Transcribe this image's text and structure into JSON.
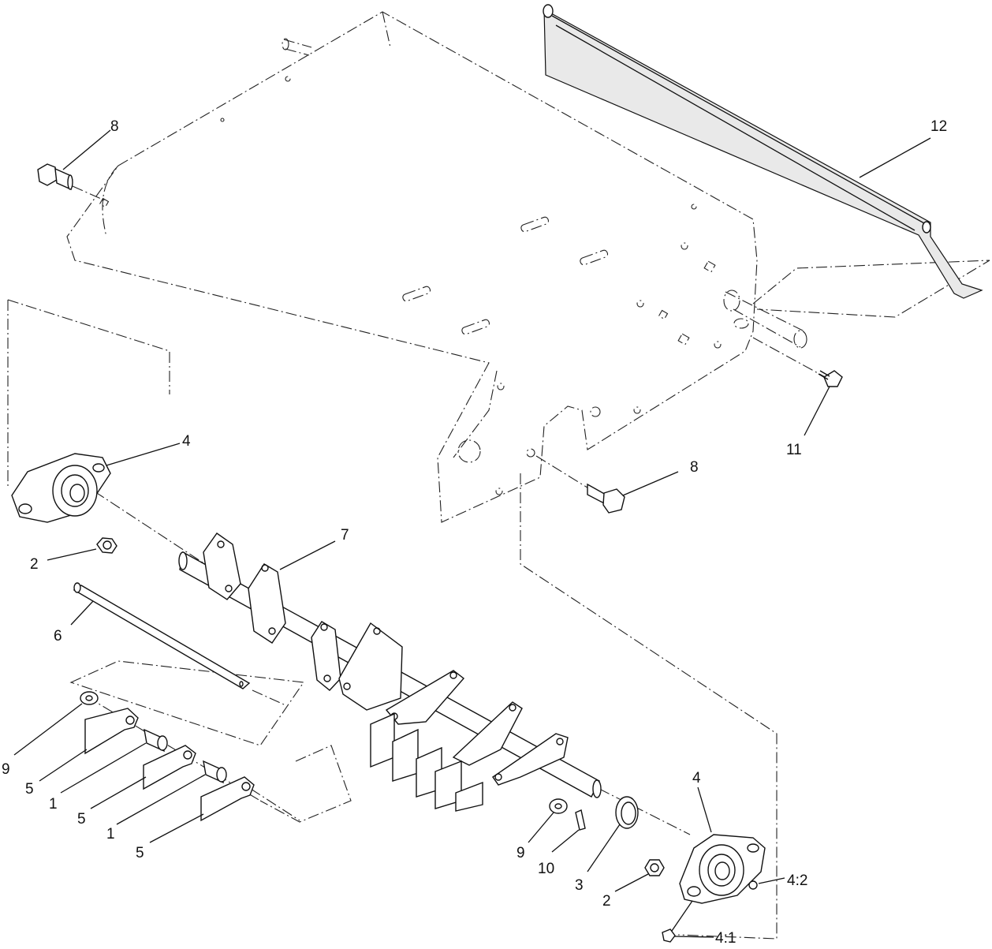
{
  "callouts": {
    "c1a": "1",
    "c1b": "1",
    "c2a": "2",
    "c2b": "2",
    "c3": "3",
    "c4a": "4",
    "c4b": "4",
    "c41": "4:1",
    "c42": "4:2",
    "c5a": "5",
    "c5b": "5",
    "c5c": "5",
    "c6": "6",
    "c7": "7",
    "c8a": "8",
    "c8b": "8",
    "c9a": "9",
    "c9b": "9",
    "c10": "10",
    "c11": "11",
    "c12": "12"
  }
}
